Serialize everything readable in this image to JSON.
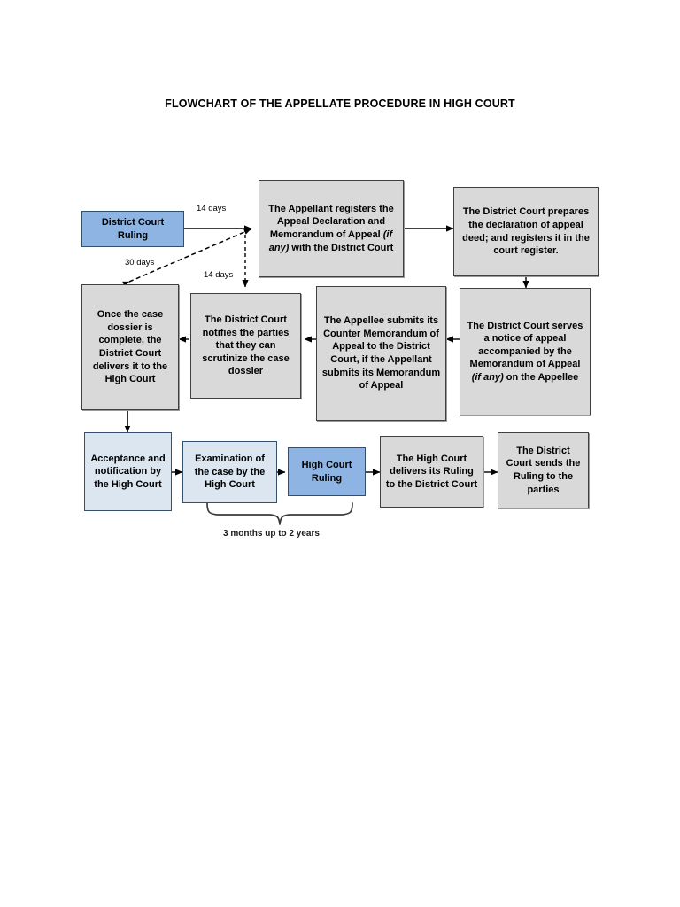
{
  "title": "FLOWCHART OF THE APPELLATE PROCEDURE IN HIGH COURT",
  "colors": {
    "box_gray": "#d9d9d9",
    "box_blue": "#8db4e2",
    "box_light_blue": "#dce6f1",
    "border": "#000000",
    "text": "#000000",
    "background": "#ffffff"
  },
  "nodes": {
    "district_court_ruling": "District Court Ruling",
    "appellant_registers": "The Appellant registers the Appeal Declaration and Memorandum of Appeal (if any) with the District Court",
    "dc_prepares_declaration": "The District Court prepares the declaration of appeal deed; and registers it in the court register.",
    "case_dossier_complete": "Once the case dossier is complete, the District Court delivers it to the High Court",
    "dc_notifies_parties": "The District Court notifies the parties that they can scrutinize the case dossier",
    "appellee_counter_memorandum": "The Appellee submits its Counter Memorandum of Appeal to the District Court, if the Appellant submits its Memorandum of Appeal",
    "dc_serves_notice": "The District Court serves a notice of appeal accompanied by the Memorandum of Appeal (if any) on the Appellee",
    "acceptance_notification": "Acceptance and notification by the High Court",
    "examination_of_case": "Examination of the case by the High Court",
    "high_court_ruling": "High Court Ruling",
    "hc_delivers_ruling": "The High Court delivers its Ruling to the District Court",
    "dc_sends_ruling": "The District Court sends the Ruling to the parties"
  },
  "edge_labels": {
    "fourteen_days_top": "14 days",
    "thirty_days": "30 days",
    "fourteen_days_mid": "14 days"
  },
  "brace_label": "3 months up to 2 years"
}
